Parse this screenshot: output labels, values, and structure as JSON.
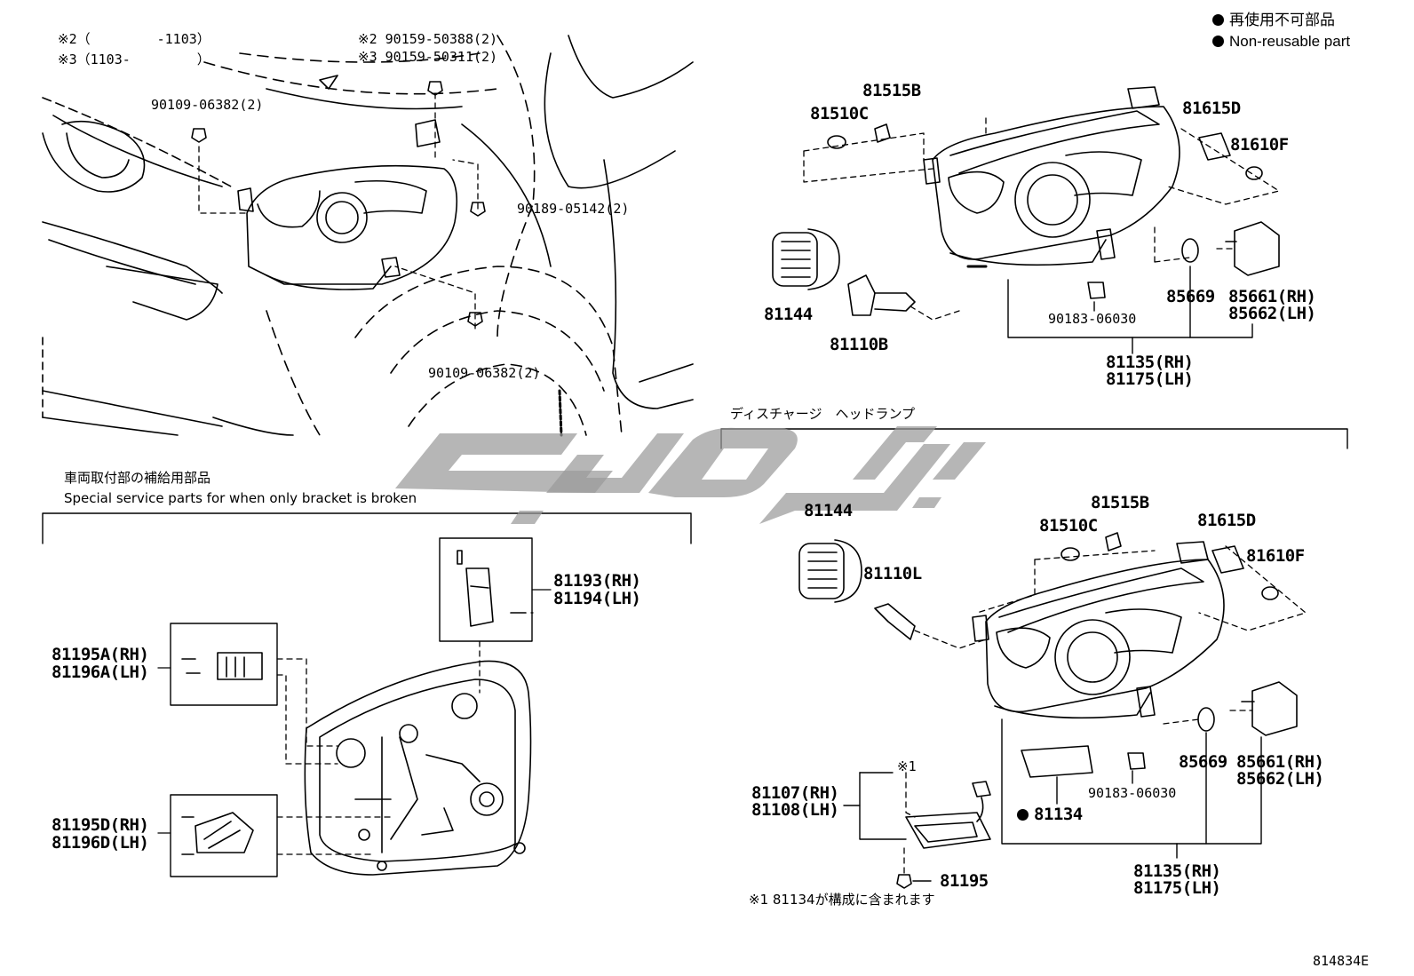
{
  "legend": {
    "non_reusable_jp": "再使用不可部品",
    "non_reusable_en": "Non-reusable part"
  },
  "mounting": {
    "note_a": "※2（　　　　　-1103）",
    "note_b": "※3（1103-　　　　　）",
    "bolt_top_a": "※2 90159-50388(2)",
    "bolt_top_b": "※3 90159-50311(2)",
    "bolt_left": "90109-06382(2)",
    "clip_right": "90189-05142(2)",
    "bolt_bottom": "90109-06382(2)"
  },
  "halogen": {
    "p81515B": "81515B",
    "p81510C": "81510C",
    "p81615D": "81615D",
    "p81610F": "81610F",
    "p81144": "81144",
    "p81110B": "81110B",
    "p90183": "90183-06030",
    "p85669": "85669",
    "p85661": "85661(RH)",
    "p85662": "85662(LH)",
    "p81135": "81135(RH)",
    "p81175": "81175(LH)"
  },
  "brackets": {
    "title_jp": "車両取付部の補給用部品",
    "title_en": "Special service parts for when only bracket is broken",
    "p81193": "81193(RH)",
    "p81194": "81194(LH)",
    "p81195A": "81195A(RH)",
    "p81196A": "81196A(LH)",
    "p81195D": "81195D(RH)",
    "p81196D": "81196D(LH)"
  },
  "discharge": {
    "title_jp": "ディスチャージ　ヘッドランプ",
    "p81144": "81144",
    "p81515B": "81515B",
    "p81510C": "81510C",
    "p81615D": "81615D",
    "p81610F": "81610F",
    "p81110L": "81110L",
    "note1_mark": "※1",
    "p81107": "81107(RH)",
    "p81108": "81108(LH)",
    "p81134": "81134",
    "p90183": "90183-06030",
    "p85669": "85669",
    "p85661": "85661(RH)",
    "p85662": "85662(LH)",
    "p81195": "81195",
    "p81135": "81135(RH)",
    "p81175": "81175(LH)",
    "footnote": "※1 81134が構成に含まれます"
  },
  "drawing_number": "814834E"
}
